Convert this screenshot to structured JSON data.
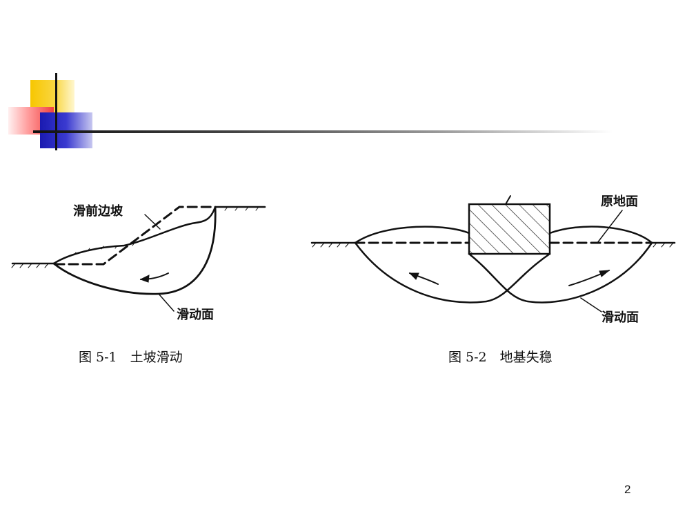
{
  "figure_left": {
    "caption": "图 5-1　土坡滑动",
    "label_top": "滑前边坡",
    "label_bottom": "滑动面"
  },
  "figure_right": {
    "caption": "图 5-2　地基失稳",
    "label_top": "原地面",
    "label_bottom": "滑动面"
  },
  "page_number": "2",
  "colors": {
    "accent_yellow": "#f7c600",
    "accent_red": "#f04040",
    "accent_blue": "#1a1ab0",
    "line": "#111111"
  }
}
